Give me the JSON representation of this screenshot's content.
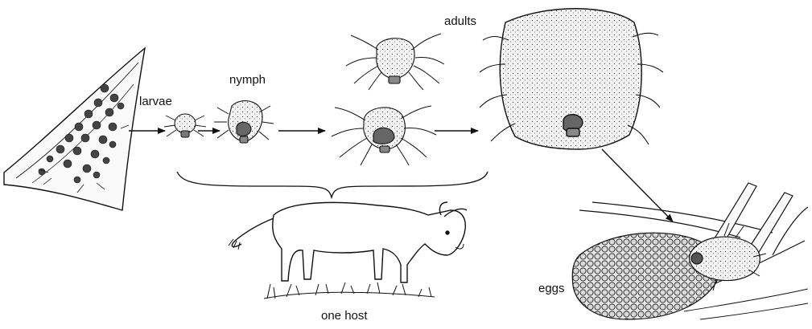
{
  "labels": {
    "larvae": "larvae",
    "nymph": "nymph",
    "adults": "adults",
    "eggs": "eggs",
    "host": "one host"
  },
  "colors": {
    "ink": "#111111",
    "background": "#ffffff",
    "body_fill": "#f2f2f2"
  }
}
